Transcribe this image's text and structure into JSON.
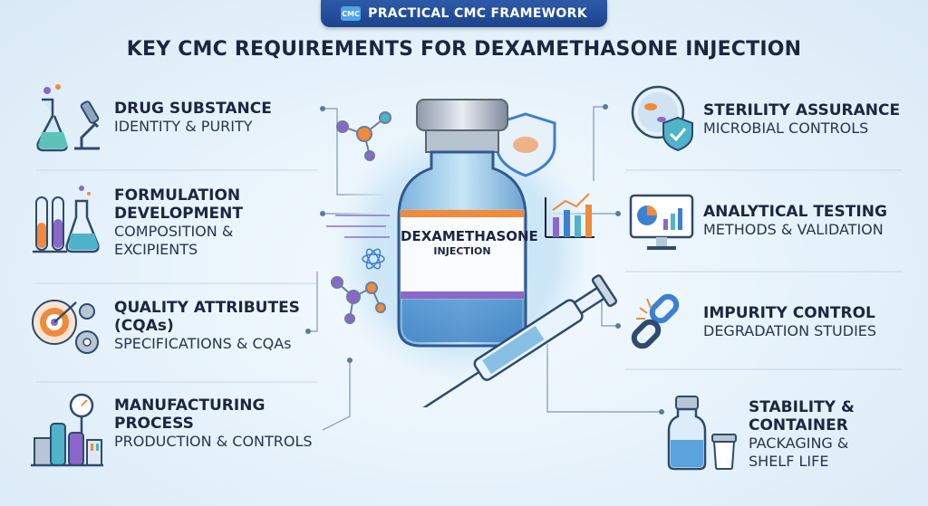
{
  "banner": {
    "logo": "CMC",
    "text": "PRACTICAL CMC FRAMEWORK"
  },
  "title": "KEY CMC REQUIREMENTS FOR DEXAMETHASONE INJECTION",
  "vial_label": {
    "line1": "DEXAMETHASONE",
    "line2": "INJECTION"
  },
  "left": [
    {
      "heading": "DRUG SUBSTANCE",
      "sub": "IDENTITY & PURITY",
      "icon": "flask-microscope-icon"
    },
    {
      "heading": "FORMULATION DEVELOPMENT",
      "heading_lines": [
        "FORMULATION",
        "DEVELOPMENT"
      ],
      "sub_lines": [
        "COMPOSITION &",
        "EXCIPIENTS"
      ],
      "icon": "test-tubes-icon"
    },
    {
      "heading_lines": [
        "QUALITY ATTRIBUTES",
        "(CQAs)"
      ],
      "sub": "SPECIFICATIONS & CQAs",
      "icon": "target-gears-icon"
    },
    {
      "heading_lines": [
        "MANUFACTURING",
        "PROCESS"
      ],
      "sub": "PRODUCTION & CONTROLS",
      "icon": "factory-icon"
    }
  ],
  "right": [
    {
      "heading": "STERILITY ASSURANCE",
      "sub": "MICROBIAL CONTROLS",
      "icon": "petri-dish-shield-icon"
    },
    {
      "heading": "ANALYTICAL TESTING",
      "sub": "METHODS & VALIDATION",
      "icon": "monitor-chart-icon"
    },
    {
      "heading": "IMPURITY CONTROL",
      "sub": "DEGRADATION STUDIES",
      "icon": "broken-chain-icon"
    },
    {
      "heading_lines": [
        "STABILITY &",
        "CONTAINER"
      ],
      "sub_lines": [
        "PACKAGING &",
        "SHELF LIFE"
      ],
      "icon": "vial-container-icon"
    }
  ],
  "colors": {
    "banner": "#1d438c",
    "accent_blue": "#3d7fd0",
    "purple": "#8a67c9",
    "orange": "#f08a3c",
    "teal": "#4fb3c9"
  }
}
